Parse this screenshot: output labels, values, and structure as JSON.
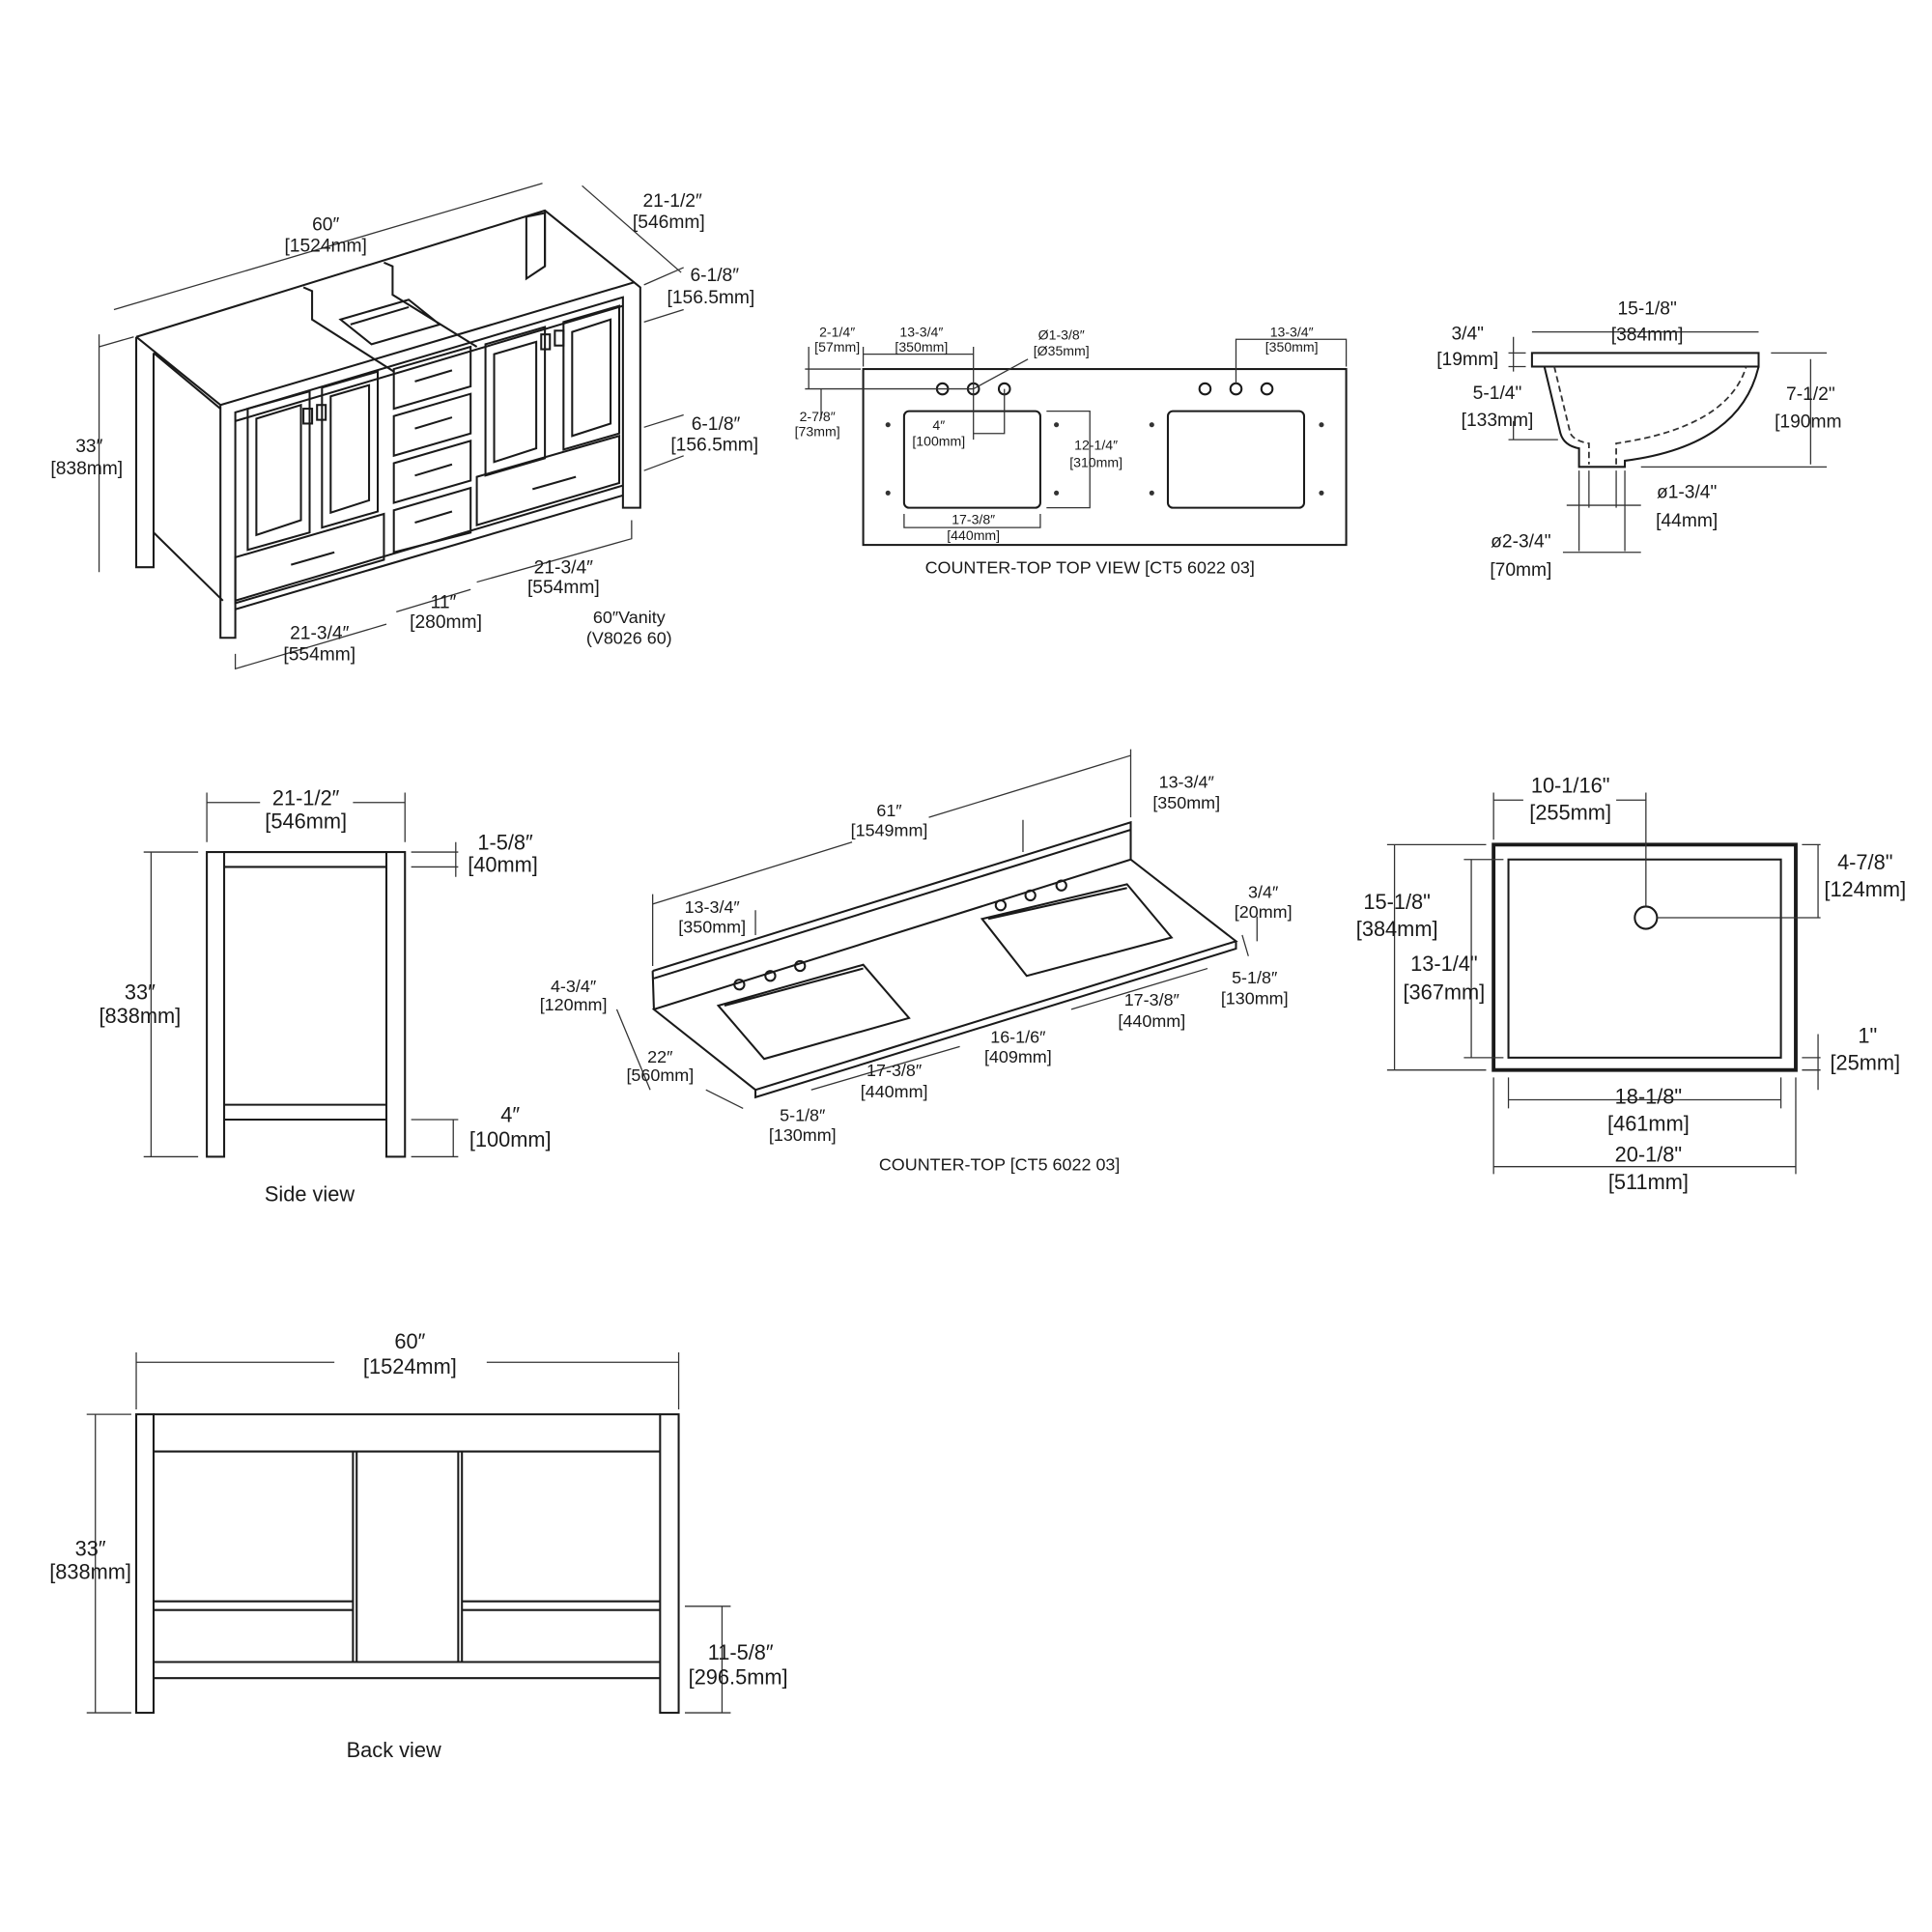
{
  "vanity_iso": {
    "model": "60″Vanity",
    "code": "(V8026 60)",
    "dims": [
      {
        "in": "60″",
        "mm": "[1524mm]"
      },
      {
        "in": "21-1/2″",
        "mm": "[546mm]"
      },
      {
        "in": "6-1/8″",
        "mm": "[156.5mm]"
      },
      {
        "in": "6-1/8″",
        "mm": "[156.5mm]"
      },
      {
        "in": "33″",
        "mm": "[838mm]"
      },
      {
        "in": "21-3/4″",
        "mm": "[554mm]"
      },
      {
        "in": "11″",
        "mm": "[280mm]"
      },
      {
        "in": "21-3/4″",
        "mm": "[554mm]"
      }
    ]
  },
  "countertop_top_view": {
    "title": "COUNTER-TOP TOP VIEW [CT5 6022 03]",
    "dims": [
      {
        "in": "2-1/4″",
        "mm": "[57mm]"
      },
      {
        "in": "13-3/4″",
        "mm": "[350mm]"
      },
      {
        "in": "Ø1-3/8″",
        "mm": "[Ø35mm]"
      },
      {
        "in": "13-3/4″",
        "mm": "[350mm]"
      },
      {
        "in": "2-7/8″",
        "mm": "[73mm]"
      },
      {
        "in": "4″",
        "mm": "[100mm]"
      },
      {
        "in": "12-1/4″",
        "mm": "[310mm]"
      },
      {
        "in": "17-3/8″",
        "mm": "[440mm]"
      }
    ]
  },
  "sink_section": {
    "dims": [
      {
        "in": "15-1/8\"",
        "mm": "[384mm]"
      },
      {
        "in": "3/4\"",
        "mm": "[19mm]"
      },
      {
        "in": "5-1/4\"",
        "mm": "[133mm]"
      },
      {
        "in": "7-1/2\"",
        "mm": "[190mm"
      },
      {
        "in": "ø1-3/4\"",
        "mm": "[44mm]"
      },
      {
        "in": "ø2-3/4\"",
        "mm": "[70mm]"
      }
    ]
  },
  "side_view": {
    "title": "Side view",
    "dims": [
      {
        "in": "21-1/2″",
        "mm": "[546mm]"
      },
      {
        "in": "1-5/8″",
        "mm": "[40mm]"
      },
      {
        "in": "33″",
        "mm": "[838mm]"
      },
      {
        "in": "4″",
        "mm": "[100mm]"
      }
    ]
  },
  "countertop_iso": {
    "title": "COUNTER-TOP [CT5 6022 03]",
    "dims": [
      {
        "in": "61″",
        "mm": "[1549mm]"
      },
      {
        "in": "13-3/4″",
        "mm": "[350mm]"
      },
      {
        "in": "13-3/4″",
        "mm": "[350mm]"
      },
      {
        "in": "3/4″",
        "mm": "[20mm]"
      },
      {
        "in": "4-3/4″",
        "mm": "[120mm]"
      },
      {
        "in": "22″",
        "mm": "[560mm]"
      },
      {
        "in": "5-1/8″",
        "mm": "[130mm]"
      },
      {
        "in": "17-3/8″",
        "mm": "[440mm]"
      },
      {
        "in": "16-1/6″",
        "mm": "[409mm]"
      },
      {
        "in": "17-3/8″",
        "mm": "[440mm]"
      },
      {
        "in": "5-1/8″",
        "mm": "[130mm]"
      }
    ]
  },
  "sink_top": {
    "dims": [
      {
        "in": "10-1/16\"",
        "mm": "[255mm]"
      },
      {
        "in": "4-7/8\"",
        "mm": "[124mm]"
      },
      {
        "in": "15-1/8\"",
        "mm": "[384mm]"
      },
      {
        "in": "13-1/4\"",
        "mm": "[367mm]"
      },
      {
        "in": "1\"",
        "mm": "[25mm]"
      },
      {
        "in": "18-1/8\"",
        "mm": "[461mm]"
      },
      {
        "in": "20-1/8\"",
        "mm": "[511mm]"
      }
    ]
  },
  "back_view": {
    "title": "Back view",
    "dims": [
      {
        "in": "60″",
        "mm": "[1524mm]"
      },
      {
        "in": "33″",
        "mm": "[838mm]"
      },
      {
        "in": "11-5/8″",
        "mm": "[296.5mm]"
      }
    ]
  }
}
